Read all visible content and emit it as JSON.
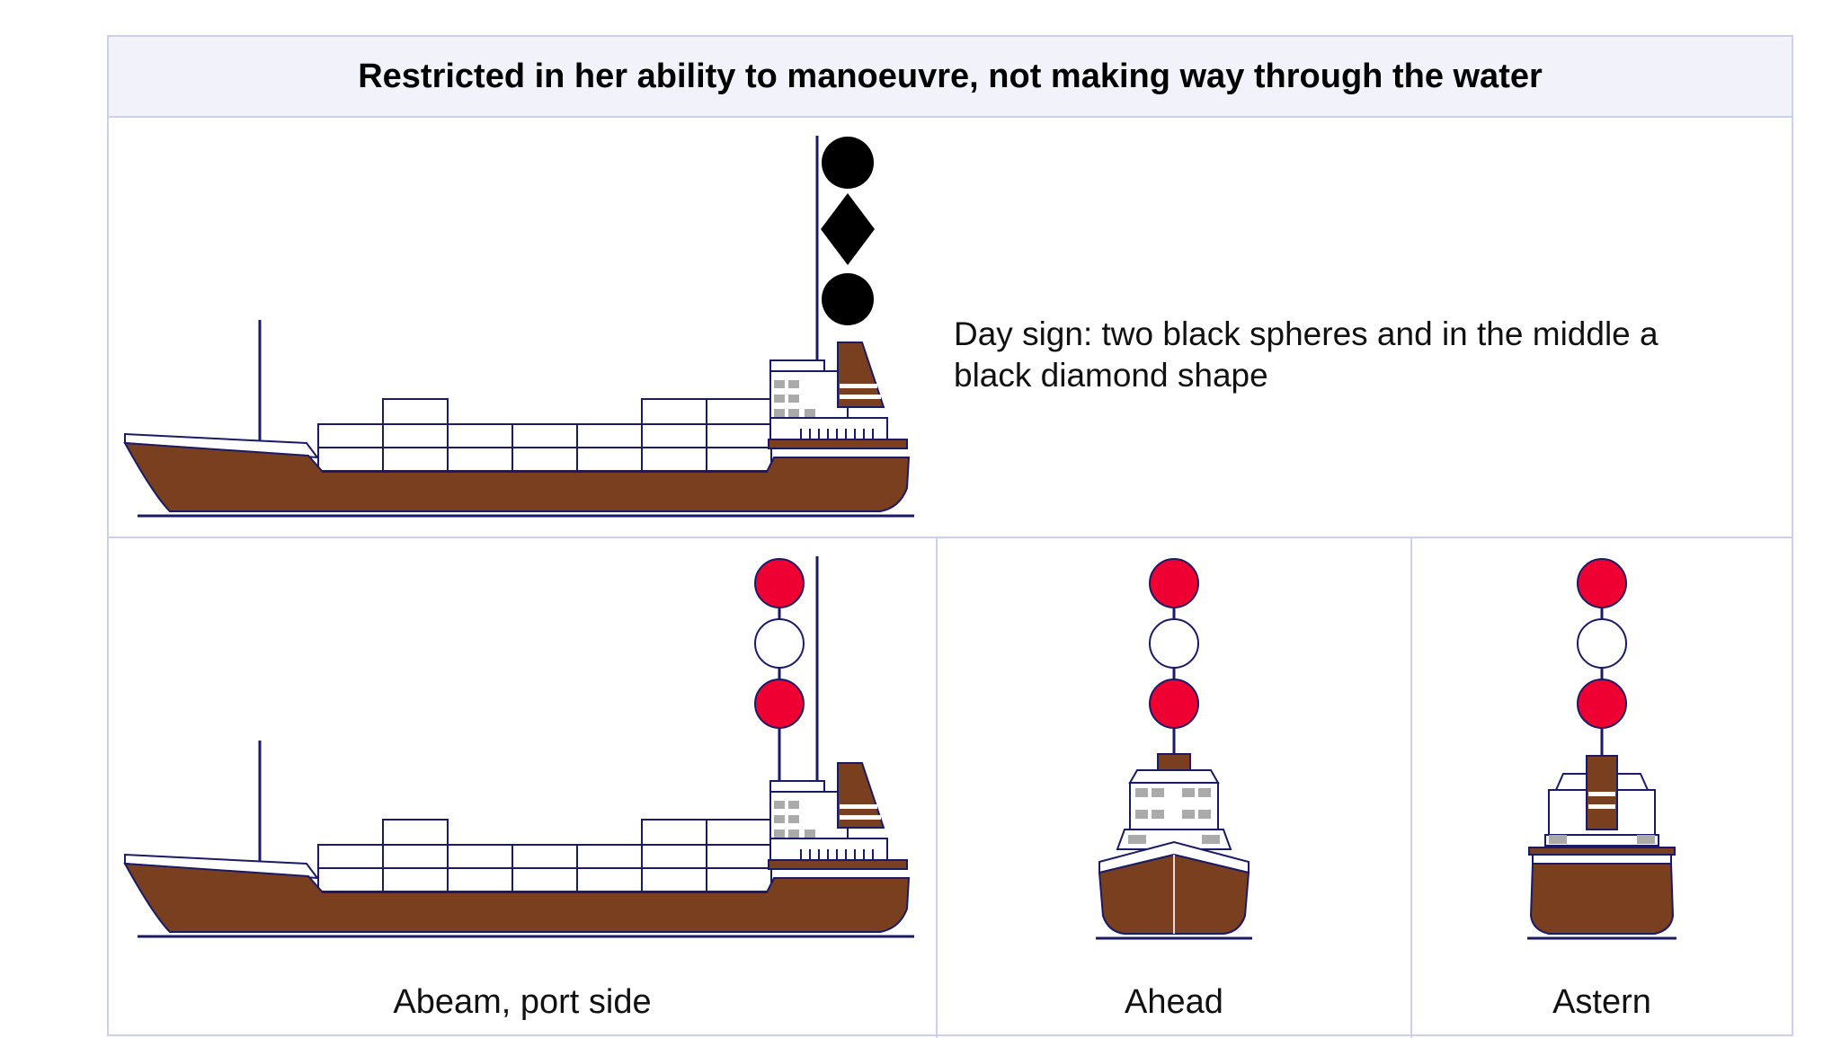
{
  "header": {
    "title": "Restricted in her ability to manoeuvre, not making way through the water"
  },
  "day_sign": {
    "text": "Day sign: two black spheres and in the middle a black diamond shape"
  },
  "views": {
    "abeam": "Abeam, port side",
    "ahead": "Ahead",
    "astern": "Astern"
  },
  "colors": {
    "hull": "#7a3f1e",
    "outline": "#1a1a66",
    "red_light": "#ee0033",
    "white_light": "#ffffff",
    "day_shape": "#000000",
    "border": "#cccff0",
    "header_bg": "#f2f2fa"
  }
}
